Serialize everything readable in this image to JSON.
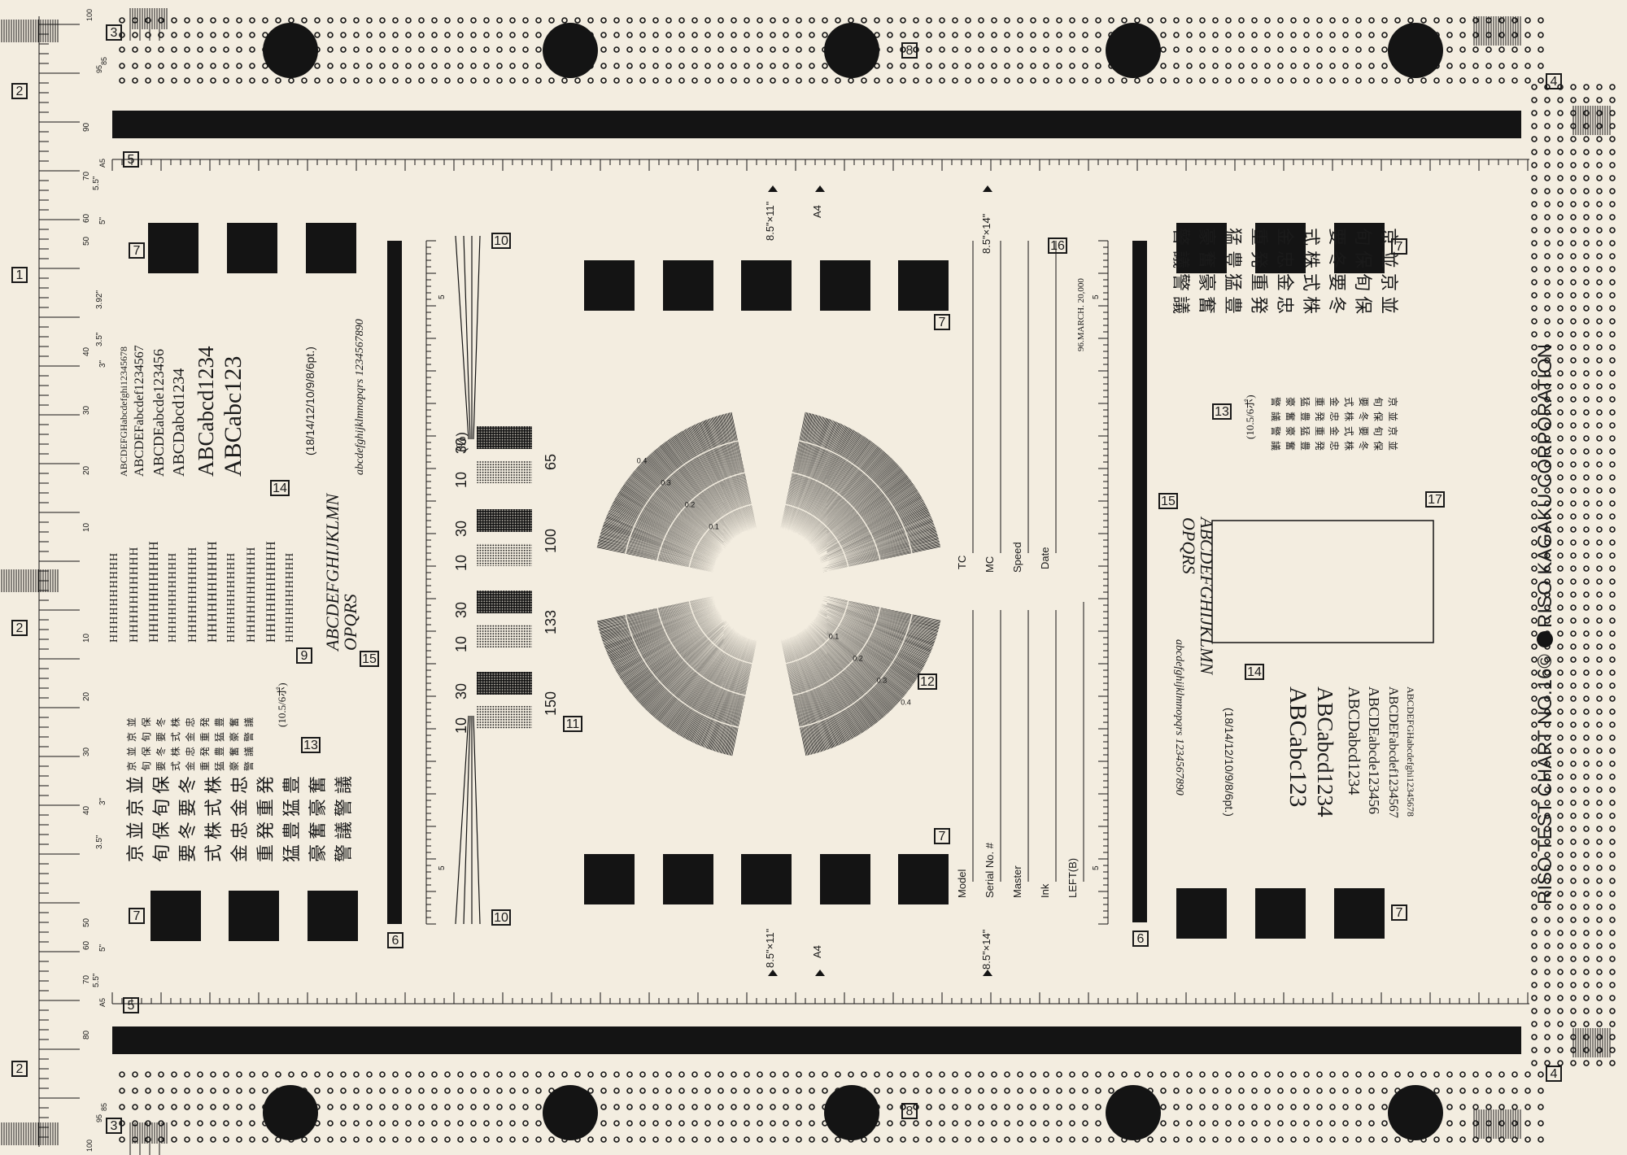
{
  "title": "RISO TEST CHART NO.16",
  "company": "RISO KAGAKU CORPORATION",
  "copyright_mark": "©",
  "print_info": "96.MARCH. 20,000",
  "colors": {
    "ink": "#141414",
    "paper": "#f3ede0"
  },
  "paper_sizes": [
    "8.5\"×11\"",
    "A4",
    "8.5\"×14\""
  ],
  "section_numbers": {
    "n1": "1",
    "n2": "2",
    "n3": "3",
    "n4": "4",
    "n5": "5",
    "n6": "6",
    "n7": "7",
    "n8": "8",
    "n9": "9",
    "n10": "10",
    "n11": "11",
    "n12": "12",
    "n13": "13",
    "n14": "14",
    "n15": "15",
    "n16": "16",
    "n17": "17"
  },
  "ruler_labels": {
    "a100": "100",
    "a95": "95",
    "a90": "90",
    "a85": "85",
    "a80": "80",
    "a70": "70",
    "a60": "60",
    "a50": "50",
    "a45": "A5",
    "a40": "40",
    "a30": "30",
    "a20": "20",
    "a10": "10",
    "inch55": "5.5\"",
    "inch5": "5\"",
    "inch392": "3.92\"",
    "inch35": "3.5\"",
    "inch3": "3\"",
    "scale5": "5"
  },
  "fonts_block": {
    "lines": [
      "ABCDEFGHabcdefghi12345678",
      "ABCDEFabcdef1234567",
      "ABCDEabcde123456",
      "ABCDabcd1234",
      "ABCabcd1234",
      "ABCabc123"
    ],
    "sizes_note": "(18/14/12/10/9/8/6pt.)",
    "script_caps": "ABCDEFGHIJKLMN",
    "script_caps2": "OPQRS",
    "script_lower": "abcdefghijklmnopqrs 1234567890"
  },
  "h_grid": "HHHHHHHHHH",
  "kanji_block": {
    "col1": "京並",
    "col2": "旬保",
    "col3": "要冬",
    "col4": "式株",
    "col5": "金忠",
    "col6": "重発",
    "col7": "猛豊",
    "col8": "豪奮",
    "col9": "警議",
    "note": "(10.5/6ポ)"
  },
  "halftone": {
    "percent_label": "(%)",
    "pcts": [
      "10",
      "30"
    ],
    "lpi": [
      "65",
      "100",
      "133",
      "150"
    ]
  },
  "form_fields": [
    "TC",
    "MC",
    "Speed",
    "Date",
    "Model",
    "Serial No. #",
    "Master",
    "Ink",
    "LEFT(B)"
  ],
  "star_ring_labels": [
    "0.1",
    "0.2",
    "0.3",
    "0.4"
  ]
}
